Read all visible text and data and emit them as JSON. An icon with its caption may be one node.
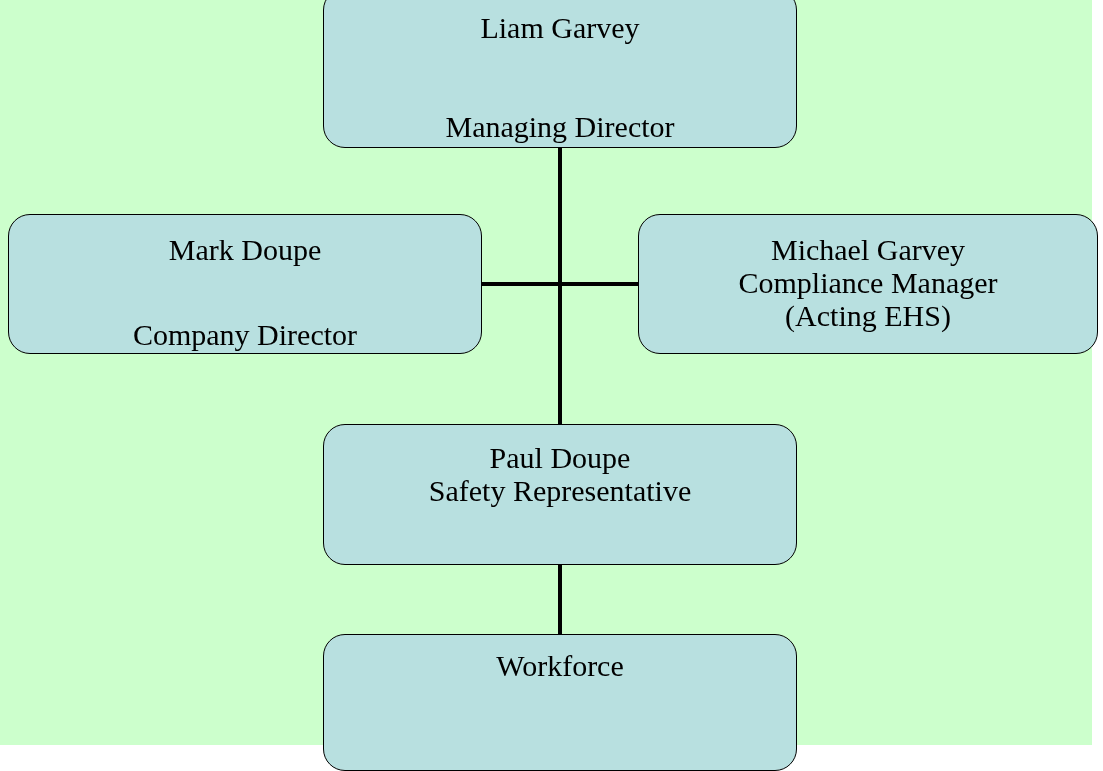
{
  "diagram": {
    "nodes": [
      {
        "text": [
          "Liam Garvey",
          "Managing Director"
        ]
      },
      {
        "text": [
          "Mark Doupe",
          "Company Director"
        ]
      },
      {
        "text": [
          "Michael Garvey",
          "Compliance Manager (Acting EHS)"
        ]
      },
      {
        "text": [
          "Paul Doupe",
          "Safety Representative"
        ]
      },
      {
        "text": [
          "Workforce"
        ]
      }
    ],
    "edges": [
      {
        "from": 0,
        "to": 1,
        "arrow": "none"
      },
      {
        "from": 0,
        "to": 2,
        "arrow": "none"
      },
      {
        "from": 0,
        "to": 3,
        "arrow": "none"
      },
      {
        "from": 3,
        "to": 4,
        "arrow": "none"
      }
    ]
  }
}
